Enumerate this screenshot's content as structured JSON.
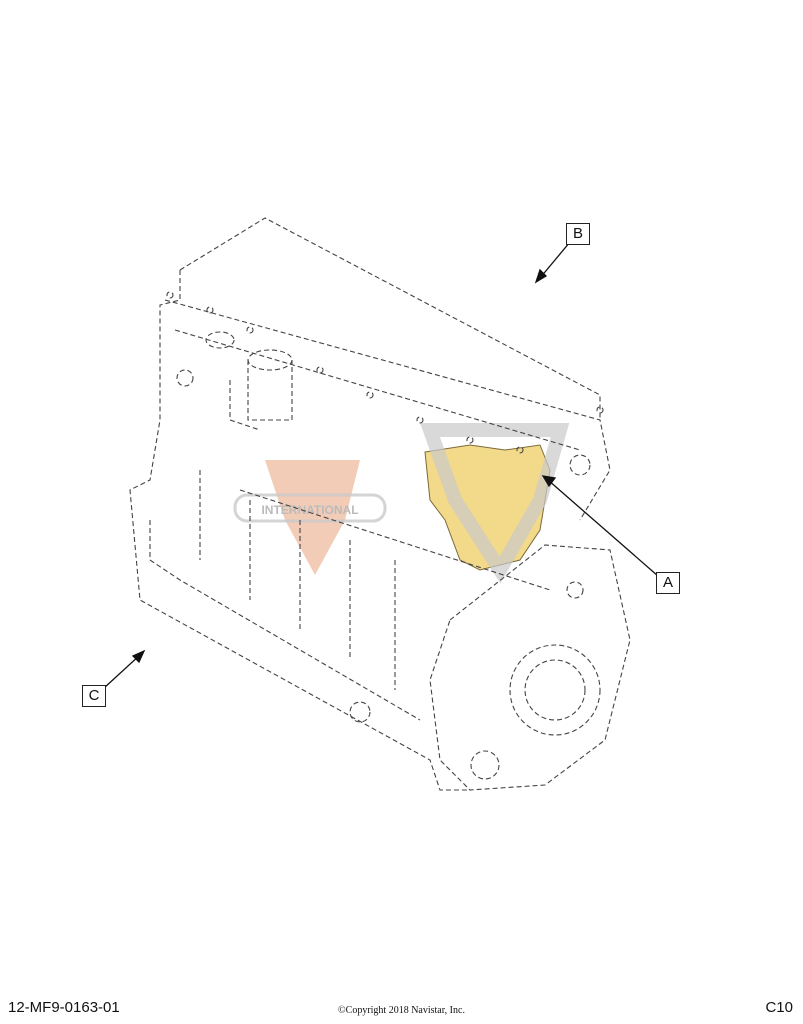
{
  "callouts": {
    "a": "A",
    "b": "B",
    "c": "C"
  },
  "footer": {
    "part_number": "12-MF9-0163-01",
    "copyright": "©Copyright 2018 Navistar, Inc.",
    "page_code": "C10"
  },
  "watermark": {
    "brand_text": "INTERNATIONAL"
  },
  "colors": {
    "line": "#444444",
    "highlight_part": "#f3d98a",
    "watermark_orange": "#e9a37c",
    "watermark_gray": "#c9c9c9"
  },
  "icons": [
    "engine-line-drawing",
    "international-logo-watermark",
    "callout-arrow"
  ]
}
